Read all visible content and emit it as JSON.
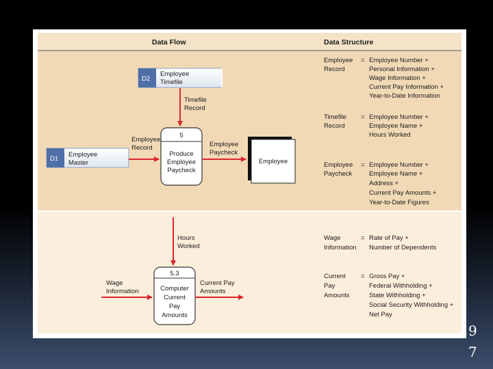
{
  "header": {
    "data_flow": "Data Flow",
    "data_structure": "Data Structure"
  },
  "top_diagram": {
    "store_d2": {
      "id": "D2",
      "name_line1": "Employee",
      "name_line2": "Timefile"
    },
    "store_d1": {
      "id": "D1",
      "name_line1": "Employee",
      "name_line2": "Master"
    },
    "process": {
      "number": "5",
      "line1": "Produce",
      "line2": "Employee",
      "line3": "Paycheck"
    },
    "entity": {
      "name": "Employee"
    },
    "flow_timefile": {
      "line1": "Timefile",
      "line2": "Record"
    },
    "flow_employee_record": {
      "line1": "Employee",
      "line2": "Record"
    },
    "flow_paycheck": {
      "line1": "Employee",
      "line2": "Paycheck"
    }
  },
  "bottom_diagram": {
    "process": {
      "number": "5.3",
      "line1": "Computer",
      "line2": "Current",
      "line3": "Pay",
      "line4": "Amounts"
    },
    "flow_hours": {
      "line1": "Hours",
      "line2": "Worked"
    },
    "flow_wage": {
      "line1": "Wage",
      "line2": "Information"
    },
    "flow_current_pay": {
      "line1": "Current Pay",
      "line2": "Amounts"
    }
  },
  "structures_top": [
    {
      "name1": "Employee",
      "name2": "Record",
      "eq": "=",
      "lines": [
        "Employee Number +",
        "Personal Information +",
        "Wage Information +",
        "Current Pay Information +",
        "Year-to-Date Information"
      ]
    },
    {
      "name1": "Timefile",
      "name2": "Record",
      "eq": "=",
      "lines": [
        "Employee Number +",
        "Employee Name +",
        "Hours Worked"
      ]
    },
    {
      "name1": "Employee",
      "name2": "Paycheck",
      "eq": "=",
      "lines": [
        "Employee Number +",
        "Employee Name +",
        "Address +",
        "Current Pay Amounts +",
        "Year-to-Date Figures"
      ]
    }
  ],
  "structures_bottom": [
    {
      "name1": "Wage",
      "name2": "Information",
      "eq": "=",
      "lines": [
        "Rate of Pay +",
        "Number of Dependents"
      ]
    },
    {
      "name1": "Current",
      "name2": "Pay",
      "name3": "Amounts",
      "eq": "=",
      "lines": [
        "Gross Pay +",
        "Federal Withholding +",
        "State Withholding +",
        "Social Security Withholding +",
        "Net Pay"
      ]
    }
  ],
  "page_number": {
    "line1": "9",
    "line2": "7"
  },
  "colors": {
    "band": "#f2d9b6",
    "header_band": "#f5e3c7",
    "arrow": "#d9262c",
    "store_id": "#4f6fa8"
  }
}
